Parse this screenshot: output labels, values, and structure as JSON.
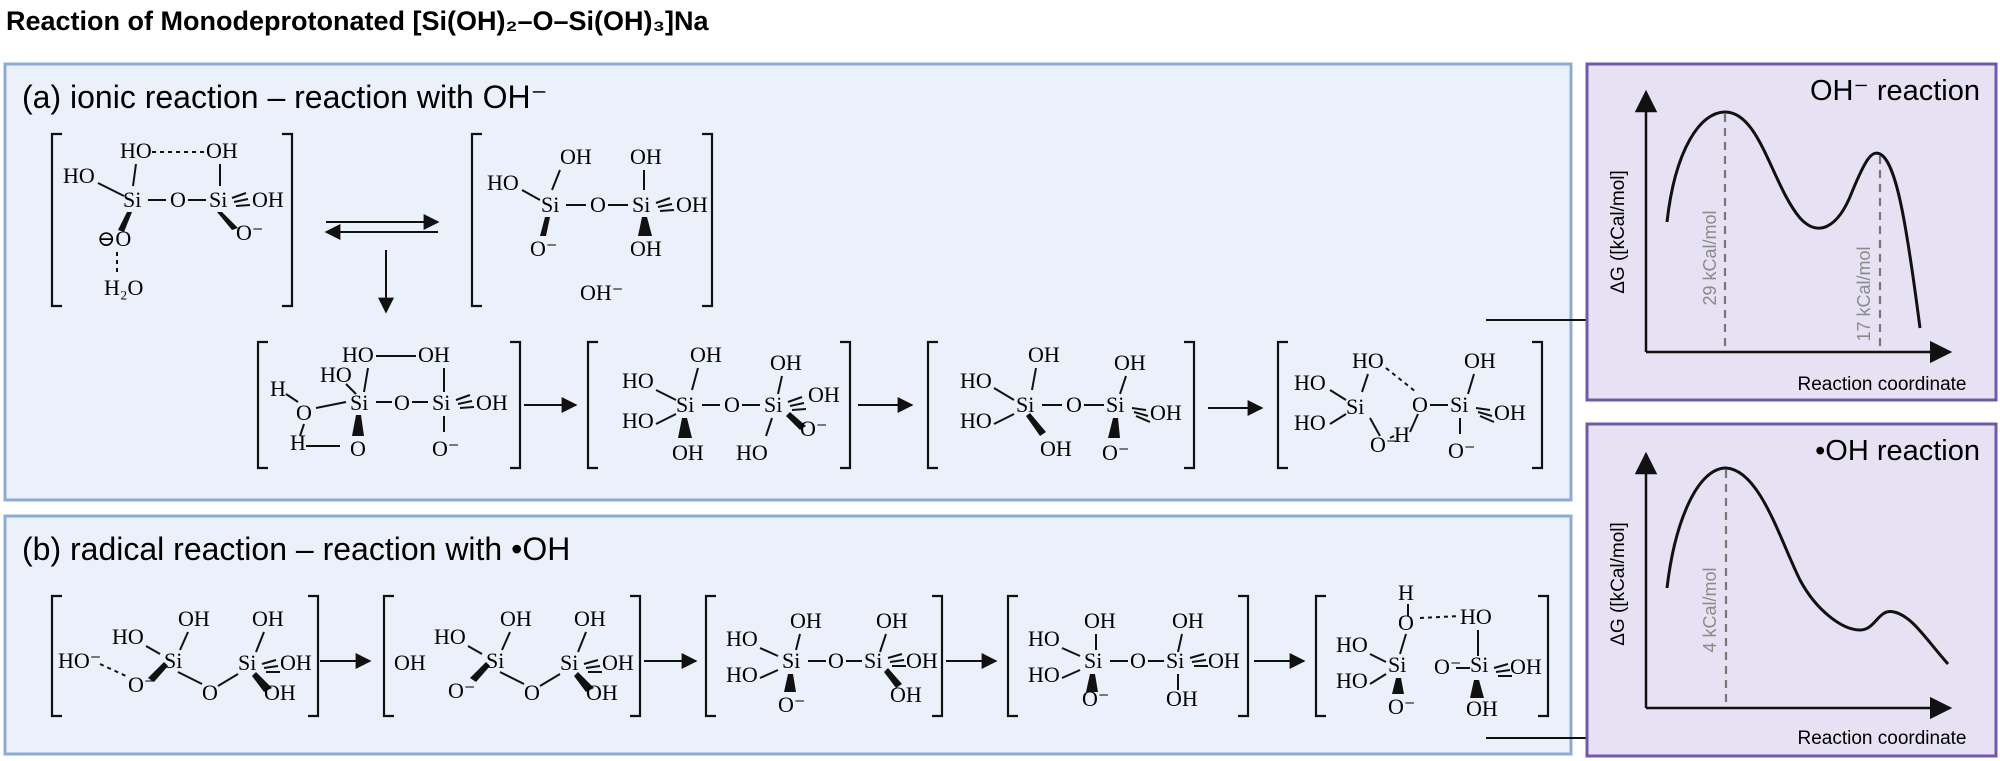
{
  "figure_title": "Reaction of Monodeprotonated [Si(OH)₂–O–Si(OH)₃]Na",
  "panels": {
    "ionic": {
      "label": "(a) ionic reaction – reaction with OH⁻"
    },
    "radical": {
      "label": "(b) radical reaction – reaction with •OH"
    }
  },
  "atoms": {
    "ho": "HO",
    "oh": "OH",
    "si": "Si",
    "o": "O",
    "o_minus": "O⁻",
    "o_minus_left": "⊖O",
    "h2o": "H₂O",
    "hydroxide": "OH⁻",
    "h": "H",
    "ho_minus": "HO⁻"
  },
  "colors": {
    "panel_fill": "#ebf1fa",
    "panel_border": "#8eabd4",
    "chart_fill": "#e6e1f3",
    "chart_border": "#6e5aa8"
  },
  "chart_data": [
    {
      "type": "line",
      "title": "OH⁻ reaction",
      "xlabel": "Reaction coordinate",
      "ylabel": "ΔG ([kCal/mol]",
      "annotations": [
        "29 kCal/mol",
        "17 kCal/mol"
      ]
    },
    {
      "type": "line",
      "title": "•OH reaction",
      "xlabel": "Reaction coordinate",
      "ylabel": "ΔG ([kCal/mol]",
      "annotations": [
        "4 kCal/mol"
      ]
    }
  ]
}
